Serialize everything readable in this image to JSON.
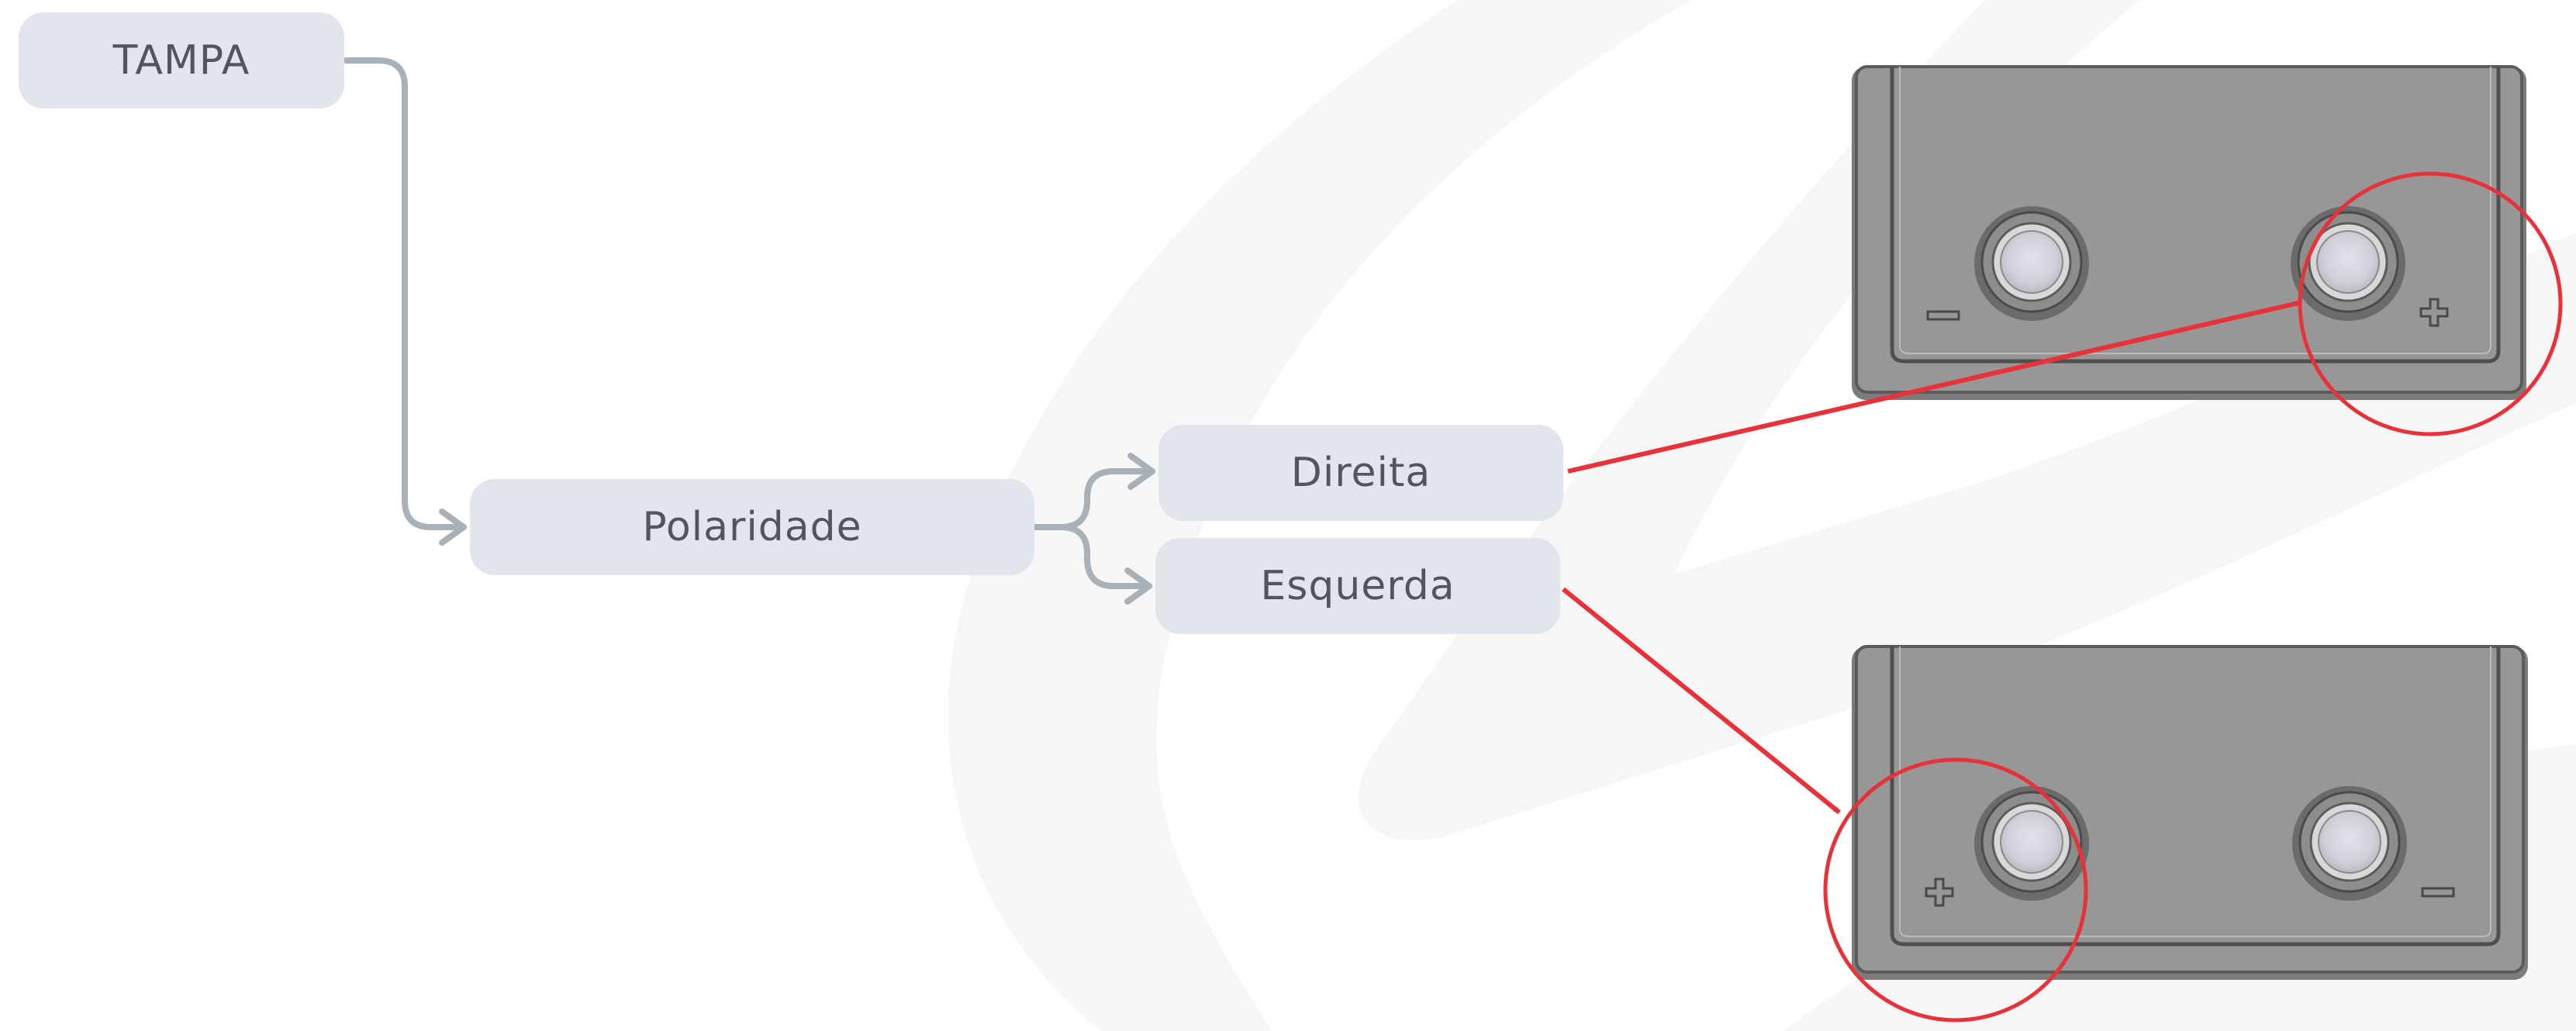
{
  "diagram": {
    "root": {
      "label": "TAMPA"
    },
    "level1": {
      "label": "Polaridade"
    },
    "options": [
      {
        "label": "Direita"
      },
      {
        "label": "Esquerda"
      }
    ]
  },
  "batteries": [
    {
      "name": "battery-right-polarity",
      "left_terminal_sign": "−",
      "right_terminal_sign": "+",
      "highlight": "right"
    },
    {
      "name": "battery-left-polarity",
      "left_terminal_sign": "+",
      "right_terminal_sign": "−",
      "highlight": "left"
    }
  ],
  "colors": {
    "node_bg": "#e3e5ec",
    "node_text": "#4f5660",
    "connector": "#a9b1b8",
    "highlight": "#e8323a",
    "battery_body": "#979797",
    "watermark": "#f6f6f6"
  }
}
